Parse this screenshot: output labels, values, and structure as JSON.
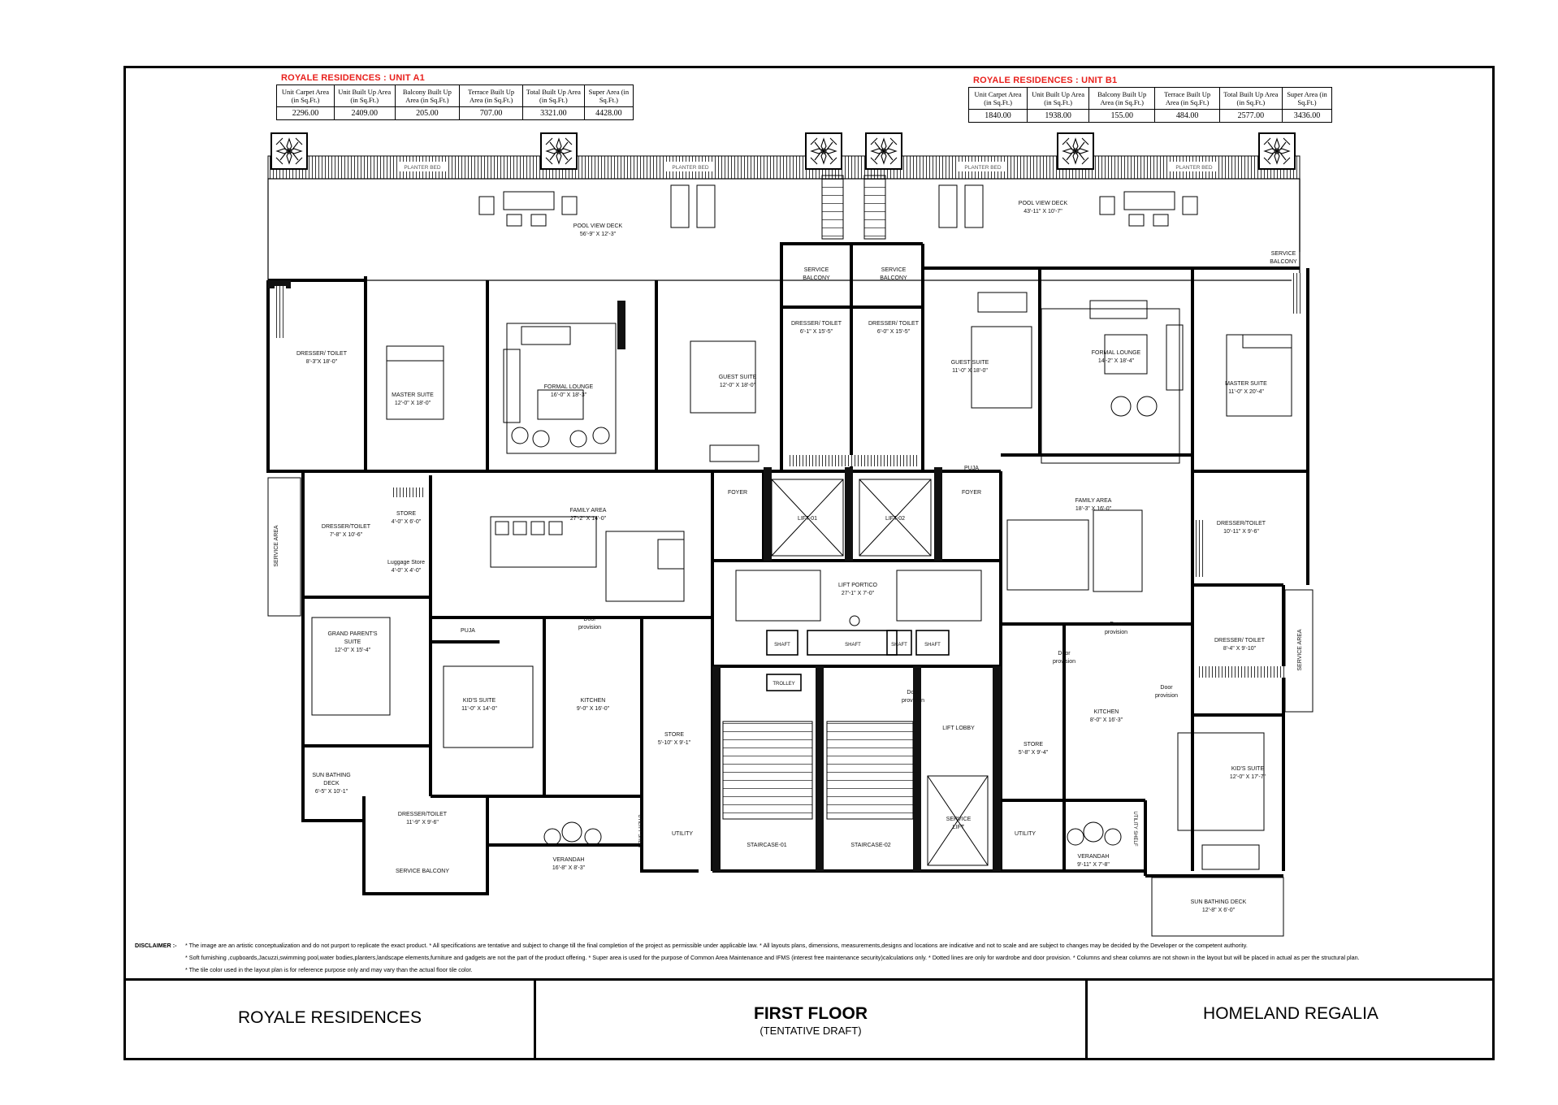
{
  "unit_a1": {
    "title": "ROYALE RESIDENCES : UNIT A1",
    "headers": [
      "Unit Carpet Area (in Sq.Ft.)",
      "Unit Built Up Area (in Sq.Ft.)",
      "Balcony Built Up Area (in Sq.Ft.)",
      "Terrace Built Up Area (in Sq.Ft.)",
      "Total Built Up Area (in Sq.Ft.)",
      "Super Area (in Sq.Ft.)"
    ],
    "values": [
      "2296.00",
      "2409.00",
      "205.00",
      "707.00",
      "3321.00",
      "4428.00"
    ]
  },
  "unit_b1": {
    "title": "ROYALE RESIDENCES : UNIT B1",
    "headers": [
      "Unit Carpet Area (in Sq.Ft.)",
      "Unit Built Up Area (in Sq.Ft.)",
      "Balcony Built Up Area (in Sq.Ft.)",
      "Terrace Built Up Area (in Sq.Ft.)",
      "Total Built Up Area (in Sq.Ft.)",
      "Super Area (in Sq.Ft.)"
    ],
    "values": [
      "1840.00",
      "1938.00",
      "155.00",
      "484.00",
      "2577.00",
      "3436.00"
    ]
  },
  "plan": {
    "planter_bed": "PLANTER BED",
    "rooms_a1": {
      "pool_deck": [
        "POOL VIEW DECK",
        "56'-9\" X 12'-3\""
      ],
      "dresser_toilet_master": [
        "DRESSER/ TOILET",
        "8'-3\"X 18'-0\""
      ],
      "master_suite": [
        "MASTER SUITE",
        "12'-0\" X 18'-0\""
      ],
      "formal_lounge": [
        "FORMAL LOUNGE",
        "16'-0\" X 18'-3\""
      ],
      "guest_suite": [
        "GUEST SUITE",
        "12'-0\" X 18'-0\""
      ],
      "service_balcony_top": [
        "SERVICE",
        "BALCONY"
      ],
      "dresser_toilet_guest": [
        "DRESSER/ TOILET",
        "6'-1\" X 15'-5\""
      ],
      "service_area": "SERVICE AREA",
      "dresser_toilet_2": [
        "DRESSER/TOILET",
        "7'-8\" X 10'-6\""
      ],
      "store_1": [
        "STORE",
        "4'-0\" X 6'-0\""
      ],
      "luggage_store": [
        "Luggage Store",
        "4'-0\" X 4'-0\""
      ],
      "family_area": [
        "FAMILY AREA",
        "27'-2\" X 14'-0\""
      ],
      "foyer": "FOYER",
      "grand_parents_suite": [
        "GRAND PARENT'S",
        "SUITE",
        "12'-0\" X 15'-4\""
      ],
      "puja": "PUJA",
      "door_provision": [
        "Door",
        "provision"
      ],
      "kids_suite": [
        "KID'S SUITE",
        "11'-0\" X 14'-0\""
      ],
      "kitchen": [
        "KITCHEN",
        "9'-0\" X 16'-0\""
      ],
      "store_2": [
        "STORE",
        "5'-10\" X 9'-1\""
      ],
      "sun_deck": [
        "SUN BATHING",
        "DECK",
        "6'-5\" X 10'-1\""
      ],
      "dresser_toilet_3": [
        "DRESSER/TOILET",
        "11'-9\" X 9'-6\""
      ],
      "verandah": [
        "VERANDAH",
        "16'-8\" X 8'-3\""
      ],
      "utility": "UTILITY",
      "utility_shelf": "UTILITY SHELF",
      "service_balcony_bottom": "SERVICE BALCONY"
    },
    "core": {
      "lift_1": "LIFT-01",
      "lift_2": "LIFT-02",
      "lift_portico": [
        "LIFT PORTICO",
        "27'-1\" X 7'-0\""
      ],
      "shaft": "SHAFT",
      "trolley": "TROLLEY",
      "lift_lobby": "LIFT LOBBY",
      "staircase_1": "STAIRCASE-01",
      "staircase_2": "STAIRCASE-02",
      "service_lift": [
        "SERVICE",
        "LIFT"
      ],
      "door_provision": [
        "Door",
        "provision"
      ]
    },
    "rooms_b1": {
      "pool_deck": [
        "POOL VIEW DECK",
        "43'-11\" X 10'-7\""
      ],
      "service_balcony_top": [
        "SERVICE",
        "BALCONY"
      ],
      "dresser_toilet_guest": [
        "DRESSER/ TOILET",
        "6'-0\" X 15'-5\""
      ],
      "guest_suite": [
        "GUEST SUITE",
        "11'-0\" X 18'-0\""
      ],
      "formal_lounge": [
        "FORMAL LOUNGE",
        "14'-2\" X 18'-4\""
      ],
      "master_suite": [
        "MASTER SUITE",
        "11'-0\" X 20'-4\""
      ],
      "service_balcony_right": [
        "SERVICE",
        "BALCONY"
      ],
      "puja": "PUJA",
      "foyer": "FOYER",
      "family_area": [
        "FAMILY AREA",
        "18'-3\" X 16'-0\""
      ],
      "dresser_toilet_2": [
        "DRESSER/TOILET",
        "10'-11\" X 9'-6\""
      ],
      "dresser_toilet_3": [
        "DRESSER/ TOILET",
        "8'-4\" X 9'-10\""
      ],
      "service_area": "SERVICE AREA",
      "door_provision": [
        "Door",
        "provision"
      ],
      "kitchen": [
        "KITCHEN",
        "8'-0\" X 16'-3\""
      ],
      "store": [
        "STORE",
        "5'-8\" X 9'-4\""
      ],
      "kids_suite": [
        "KID'S SUITE",
        "12'-0\" X 17'-7\""
      ],
      "utility": "UTILITY",
      "utility_shelf": "UTILITY SHELF",
      "verandah": [
        "VERANDAH",
        "9'-11\" X 7'-8\""
      ],
      "sun_deck": [
        "SUN BATHING DECK",
        "12'-8\" X 6'-0\""
      ]
    }
  },
  "disclaimer": {
    "label": "DISCLAIMER :-",
    "lines": [
      "The image are an artistic conceptualization and do not  purport to replicate the exact product. * All specifications are tentative and subject to change till the final completion of the project as permissible under applicable law.  * All layouts plans, dimensions, measurements,designs and locations are indicative and not to scale and are subject to changes may be decided by the Developer or the competent authority.",
      "Soft furnishing ,cupboards,Jacuzzi,swimming pool,water bodies,planters,landscape elements,furniture and gadgets  are not the part of the product offering. * Super area is used for the purpose of Common Area Maintenance and IFMS (interest free maintenance security)calculations only. * Dotted lines are only for wardrobe and door provision. * Columns and shear columns are not shown in the layout but will be placed in actual as per the structural plan.",
      "The tile color used in the layout plan is for reference purpose only and may vary than the actual floor tile color."
    ]
  },
  "title_block": {
    "left": "ROYALE RESIDENCES",
    "center_title": "FIRST FLOOR",
    "center_sub": "(TENTATIVE DRAFT)",
    "right": "HOMELAND REGALIA"
  },
  "colors": {
    "accent_red": "#e8201c",
    "line": "#000000"
  }
}
